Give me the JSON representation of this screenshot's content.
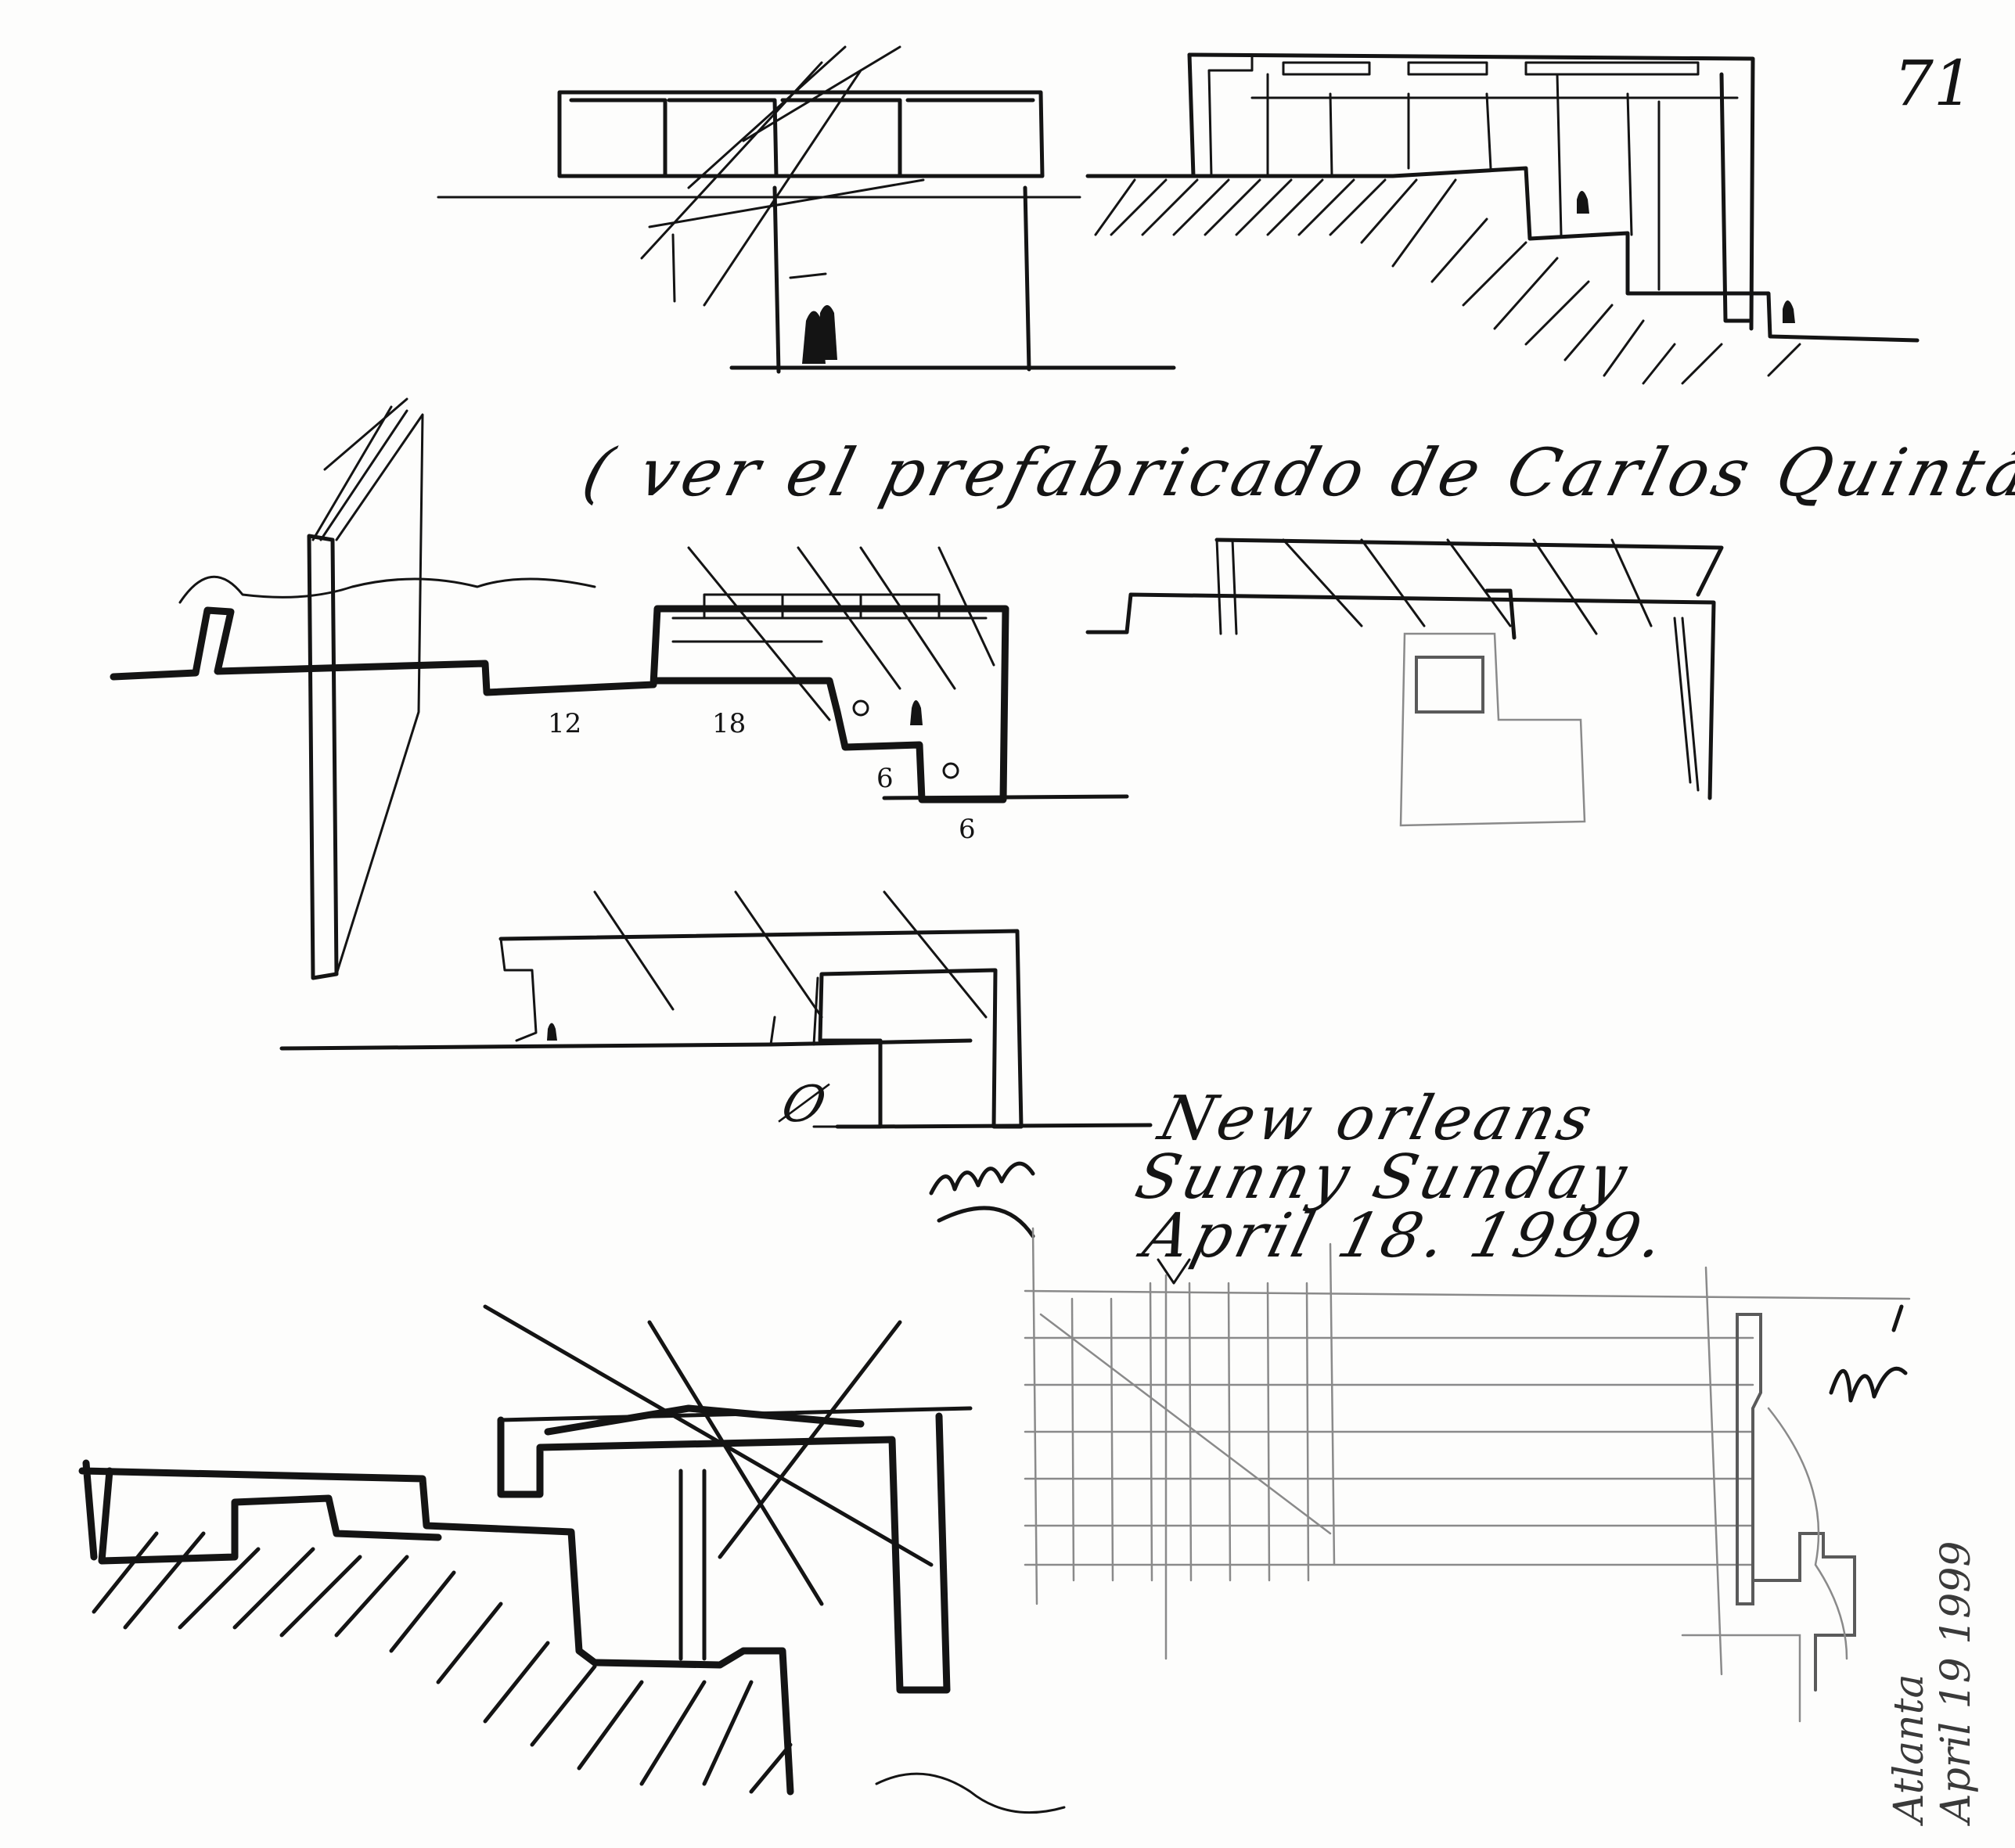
{
  "page": {
    "number": "71"
  },
  "notes": {
    "prefab_caption": "( ver el prefabricado de Carlos Quintáns)"
  },
  "dimensions": {
    "d1": "12",
    "d2": "18",
    "d3": "6",
    "d4": "6",
    "d5": "Ø"
  },
  "date_block_1": {
    "city": "New orleans",
    "day": "Sunny Sunday",
    "date": "April 18. 1999."
  },
  "date_block_2": {
    "city": "Atlanta",
    "date": "April 19 1999"
  },
  "colors": {
    "ink": "#141414",
    "pencil": "#8a8a8a",
    "paper": "#fdfdfc"
  }
}
